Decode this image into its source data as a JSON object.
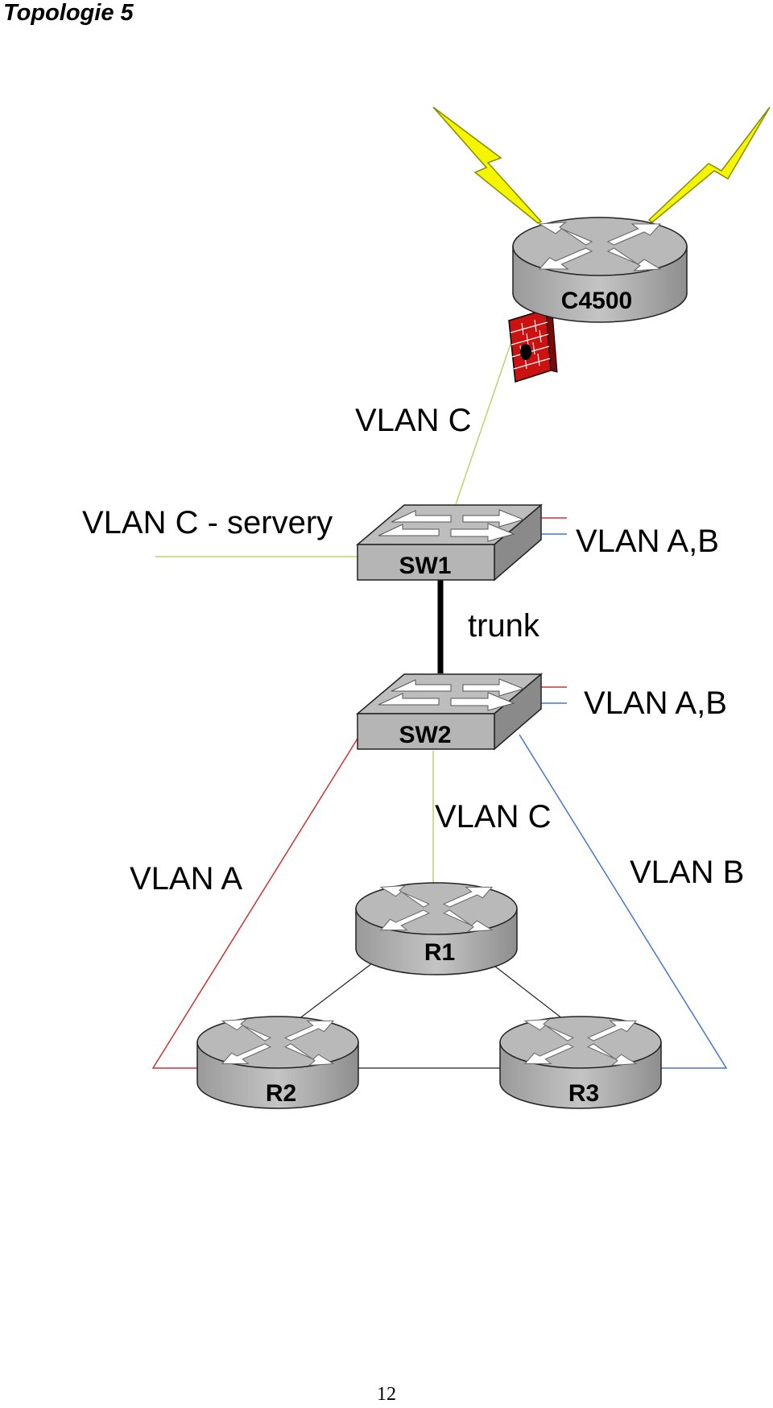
{
  "heading": "Topologie 5",
  "page_number": "12",
  "devices": {
    "c4500": "C4500",
    "sw1": "SW1",
    "sw2": "SW2",
    "r1": "R1",
    "r2": "R2",
    "r3": "R3"
  },
  "labels": {
    "vlan_c_top": "VLAN C",
    "vlan_c_servery": "VLAN C - servery",
    "vlan_ab_sw1": "VLAN A,B",
    "trunk": "trunk",
    "vlan_ab_sw2": "VLAN A,B",
    "vlan_c_mid": "VLAN C",
    "vlan_a": "VLAN A",
    "vlan_b": "VLAN B"
  },
  "colors": {
    "vlan_a": "#cc3333",
    "vlan_b": "#4477cc",
    "vlan_c": "#bcd26a",
    "trunk": "#000000",
    "lightning": "#f5f500",
    "firewall": "#cc1111",
    "device": "#b9b9b9"
  },
  "icons": [
    "router-icon",
    "switch-icon",
    "firewall-icon",
    "lightning-icon"
  ]
}
